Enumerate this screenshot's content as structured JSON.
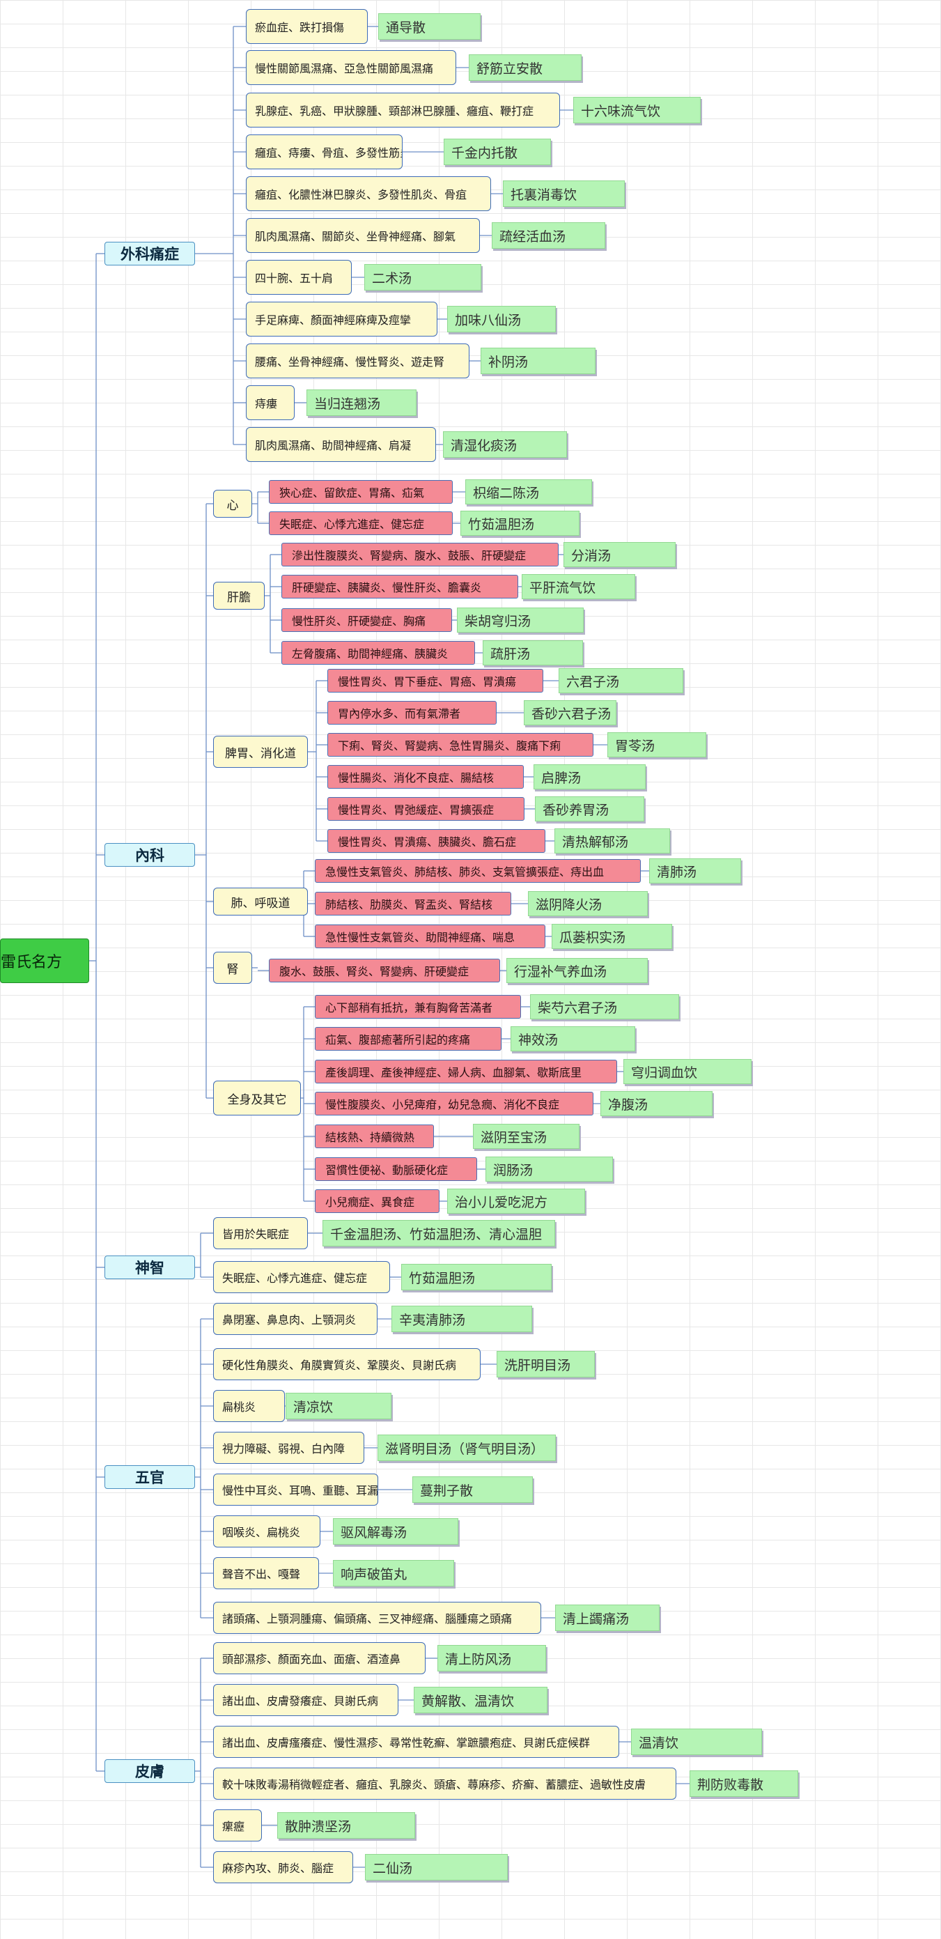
{
  "root": "雷氏名方",
  "colors": {
    "root": "#3fcc45",
    "category": "#d9f7fb",
    "subcategory": "#fdf9cf",
    "disease_red": "#f48a95",
    "disease_yellow": "#fdf9cf",
    "remedy": "#b5f4b5",
    "line": "#6d8fc7"
  },
  "categories": [
    {
      "name": "外科痛症",
      "items": [
        {
          "disease": "瘀血症、跌打損傷",
          "remedy": "通导散"
        },
        {
          "disease": "慢性關節風濕痛、亞急性關節風濕痛",
          "remedy": "舒筋立安散"
        },
        {
          "disease": "乳腺症、乳癌、甲狀腺腫、頸部淋巴腺腫、癰疽、鞭打症",
          "remedy": "十六味流气饮"
        },
        {
          "disease": "癰疽、痔瘻、骨疽、多發性筋炎",
          "remedy": "千金内托散"
        },
        {
          "disease": "癰疽、化膿性淋巴腺炎、多發性肌炎、骨疽",
          "remedy": "托裏消毒饮"
        },
        {
          "disease": "肌肉風濕痛、關節炎、坐骨神經痛、腳氣",
          "remedy": "疏经活血汤"
        },
        {
          "disease": "四十腕、五十肩",
          "remedy": "二术汤"
        },
        {
          "disease": "手足麻痺、顏面神經麻痺及痙攣",
          "remedy": "加味八仙汤"
        },
        {
          "disease": "腰痛、坐骨神經痛、慢性腎炎、遊走腎",
          "remedy": "补阴汤"
        },
        {
          "disease": "痔瘻",
          "remedy": "当归连翘汤"
        },
        {
          "disease": "肌肉風濕痛、助間神經痛、肩凝",
          "remedy": "清湿化痰汤"
        }
      ]
    },
    {
      "name": "內科",
      "groups": [
        {
          "name": "心",
          "items": [
            {
              "disease": "狹心症、留飲症、胃痛、疝氣",
              "remedy": "枳缩二陈汤"
            },
            {
              "disease": "失眠症、心悸亢進症、健忘症",
              "remedy": "竹茹温胆汤"
            }
          ]
        },
        {
          "name": "肝膽",
          "items": [
            {
              "disease": "滲出性腹膜炎、腎變病、腹水、鼓脹、肝硬變症",
              "remedy": "分消汤"
            },
            {
              "disease": "肝硬變症、胰臟炎、慢性肝炎、膽囊炎",
              "remedy": "平肝流气饮"
            },
            {
              "disease": "慢性肝炎、肝硬變症、胸痛",
              "remedy": "柴胡穹归汤"
            },
            {
              "disease": "左脅腹痛、助間神經痛、胰臟炎",
              "remedy": "疏肝汤"
            }
          ]
        },
        {
          "name": "脾胃、消化道",
          "items": [
            {
              "disease": "慢性胃炎、胃下垂症、胃癌、胃潰瘍",
              "remedy": "六君子汤"
            },
            {
              "disease": "胃內停水多、而有氣滯者",
              "remedy": "香砂六君子汤"
            },
            {
              "disease": "下痢、腎炎、腎變病、急性胃腸炎、腹痛下痢",
              "remedy": "胃苓汤"
            },
            {
              "disease": "慢性腸炎、消化不良症、腸結核",
              "remedy": "启脾汤"
            },
            {
              "disease": "慢性胃炎、胃弛緩症、胃擴張症",
              "remedy": "香砂养胃汤"
            },
            {
              "disease": "慢性胃炎、胃潰瘍、胰臟炎、膽石症",
              "remedy": "清热解郁汤"
            }
          ]
        },
        {
          "name": "肺、呼吸道",
          "items": [
            {
              "disease": "急慢性支氣管炎、肺結核、肺炎、支氣管擴張症、痔出血",
              "remedy": "清肺汤"
            },
            {
              "disease": "肺結核、肋膜炎、腎盂炎、腎結核",
              "remedy": "滋阴降火汤"
            },
            {
              "disease": "急性慢性支氣管炎、助間神經痛、喘息",
              "remedy": "瓜蒌枳实汤"
            }
          ]
        },
        {
          "name": "腎",
          "items": [
            {
              "disease": "腹水、鼓脹、腎炎、腎變病、肝硬變症",
              "remedy": "行湿补气养血汤"
            }
          ]
        },
        {
          "name": "全身及其它",
          "items": [
            {
              "disease": "心下部稍有抵抗，兼有胸脅苦滿者",
              "remedy": "柴芍六君子汤"
            },
            {
              "disease": "疝氣、腹部癒著所引起的疼痛",
              "remedy": "神效汤"
            },
            {
              "disease": "產後調理、產後神經症、婦人病、血腳氣、歇斯底里",
              "remedy": "穹归调血饮"
            },
            {
              "disease": "慢性腹膜炎、小兒痺疳，幼兒急癇、消化不良症",
              "remedy": "净腹汤"
            },
            {
              "disease": "結核熱、持續微熱",
              "remedy": "滋阴至宝汤"
            },
            {
              "disease": "習慣性便祕、動脈硬化症",
              "remedy": "润肠汤"
            },
            {
              "disease": "小兒癇症、異食症",
              "remedy": "治小儿爱吃泥方"
            }
          ]
        }
      ]
    },
    {
      "name": "神智",
      "items": [
        {
          "disease": "皆用於失眠症",
          "remedy": "千金温胆汤、竹茹温胆汤、清心温胆"
        },
        {
          "disease": "失眠症、心悸亢進症、健忘症",
          "remedy": "竹茹温胆汤"
        }
      ]
    },
    {
      "name": "五官",
      "items": [
        {
          "disease": "鼻閉塞、鼻息肉、上顎洞炎",
          "remedy": "辛夷清肺汤"
        },
        {
          "disease": "硬化性角膜炎、角膜實質炎、鞏膜炎、貝謝氏病",
          "remedy": "洗肝明目汤"
        },
        {
          "disease": "扁桃炎",
          "remedy": "清凉饮"
        },
        {
          "disease": "視力障礙、弱視、白內障",
          "remedy": "滋肾明目汤（肾气明目汤）"
        },
        {
          "disease": "慢性中耳炎、耳鳴、重聽、耳漏",
          "remedy": "蔓荆子散"
        },
        {
          "disease": "咽喉炎、扁桃炎",
          "remedy": "驱风解毒汤"
        },
        {
          "disease": "聲音不出、嘎聲",
          "remedy": "响声破笛丸"
        },
        {
          "disease": "諸頭痛、上顎洞腫瘍、偏頭痛、三叉神經痛、腦腫瘍之頭痛",
          "remedy": "清上蠲痛汤"
        }
      ]
    },
    {
      "name": "皮膚",
      "items": [
        {
          "disease": "頭部濕疹、顏面充血、面瘡、酒渣鼻",
          "remedy": "清上防风汤"
        },
        {
          "disease": "諸出血、皮膚發癢症、貝謝氏病",
          "remedy": "黄解散、温清饮"
        },
        {
          "disease": "諸出血、皮膚瘙癢症、慢性濕疹、尋常性乾癬、掌蹠膿疱症、貝謝氏症候群",
          "remedy": "温清饮"
        },
        {
          "disease": "較十味敗毒湯稍微輕症者、癰疽、乳腺炎、頭瘡、蕁麻疹、疥癬、蓄膿症、過敏性皮膚",
          "remedy": "荆防败毒散"
        },
        {
          "disease": "瘰癧",
          "remedy": "散肿溃坚汤"
        },
        {
          "disease": "麻疹內攻、肺炎、腦症",
          "remedy": "二仙汤"
        }
      ]
    }
  ]
}
